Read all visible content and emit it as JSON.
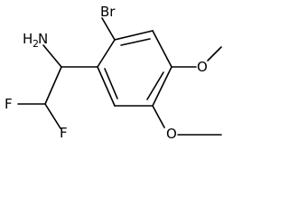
{
  "molecule": {
    "labels": {
      "amine": "H",
      "amine_subscript": "2",
      "amine_n": "N",
      "bromine": "Br",
      "fluorine_left": "F",
      "fluorine_right": "F",
      "oxygen_top": "O",
      "oxygen_bottom": "O"
    },
    "colors": {
      "bond": "#000000",
      "text": "#000000",
      "background": "#ffffff"
    }
  }
}
